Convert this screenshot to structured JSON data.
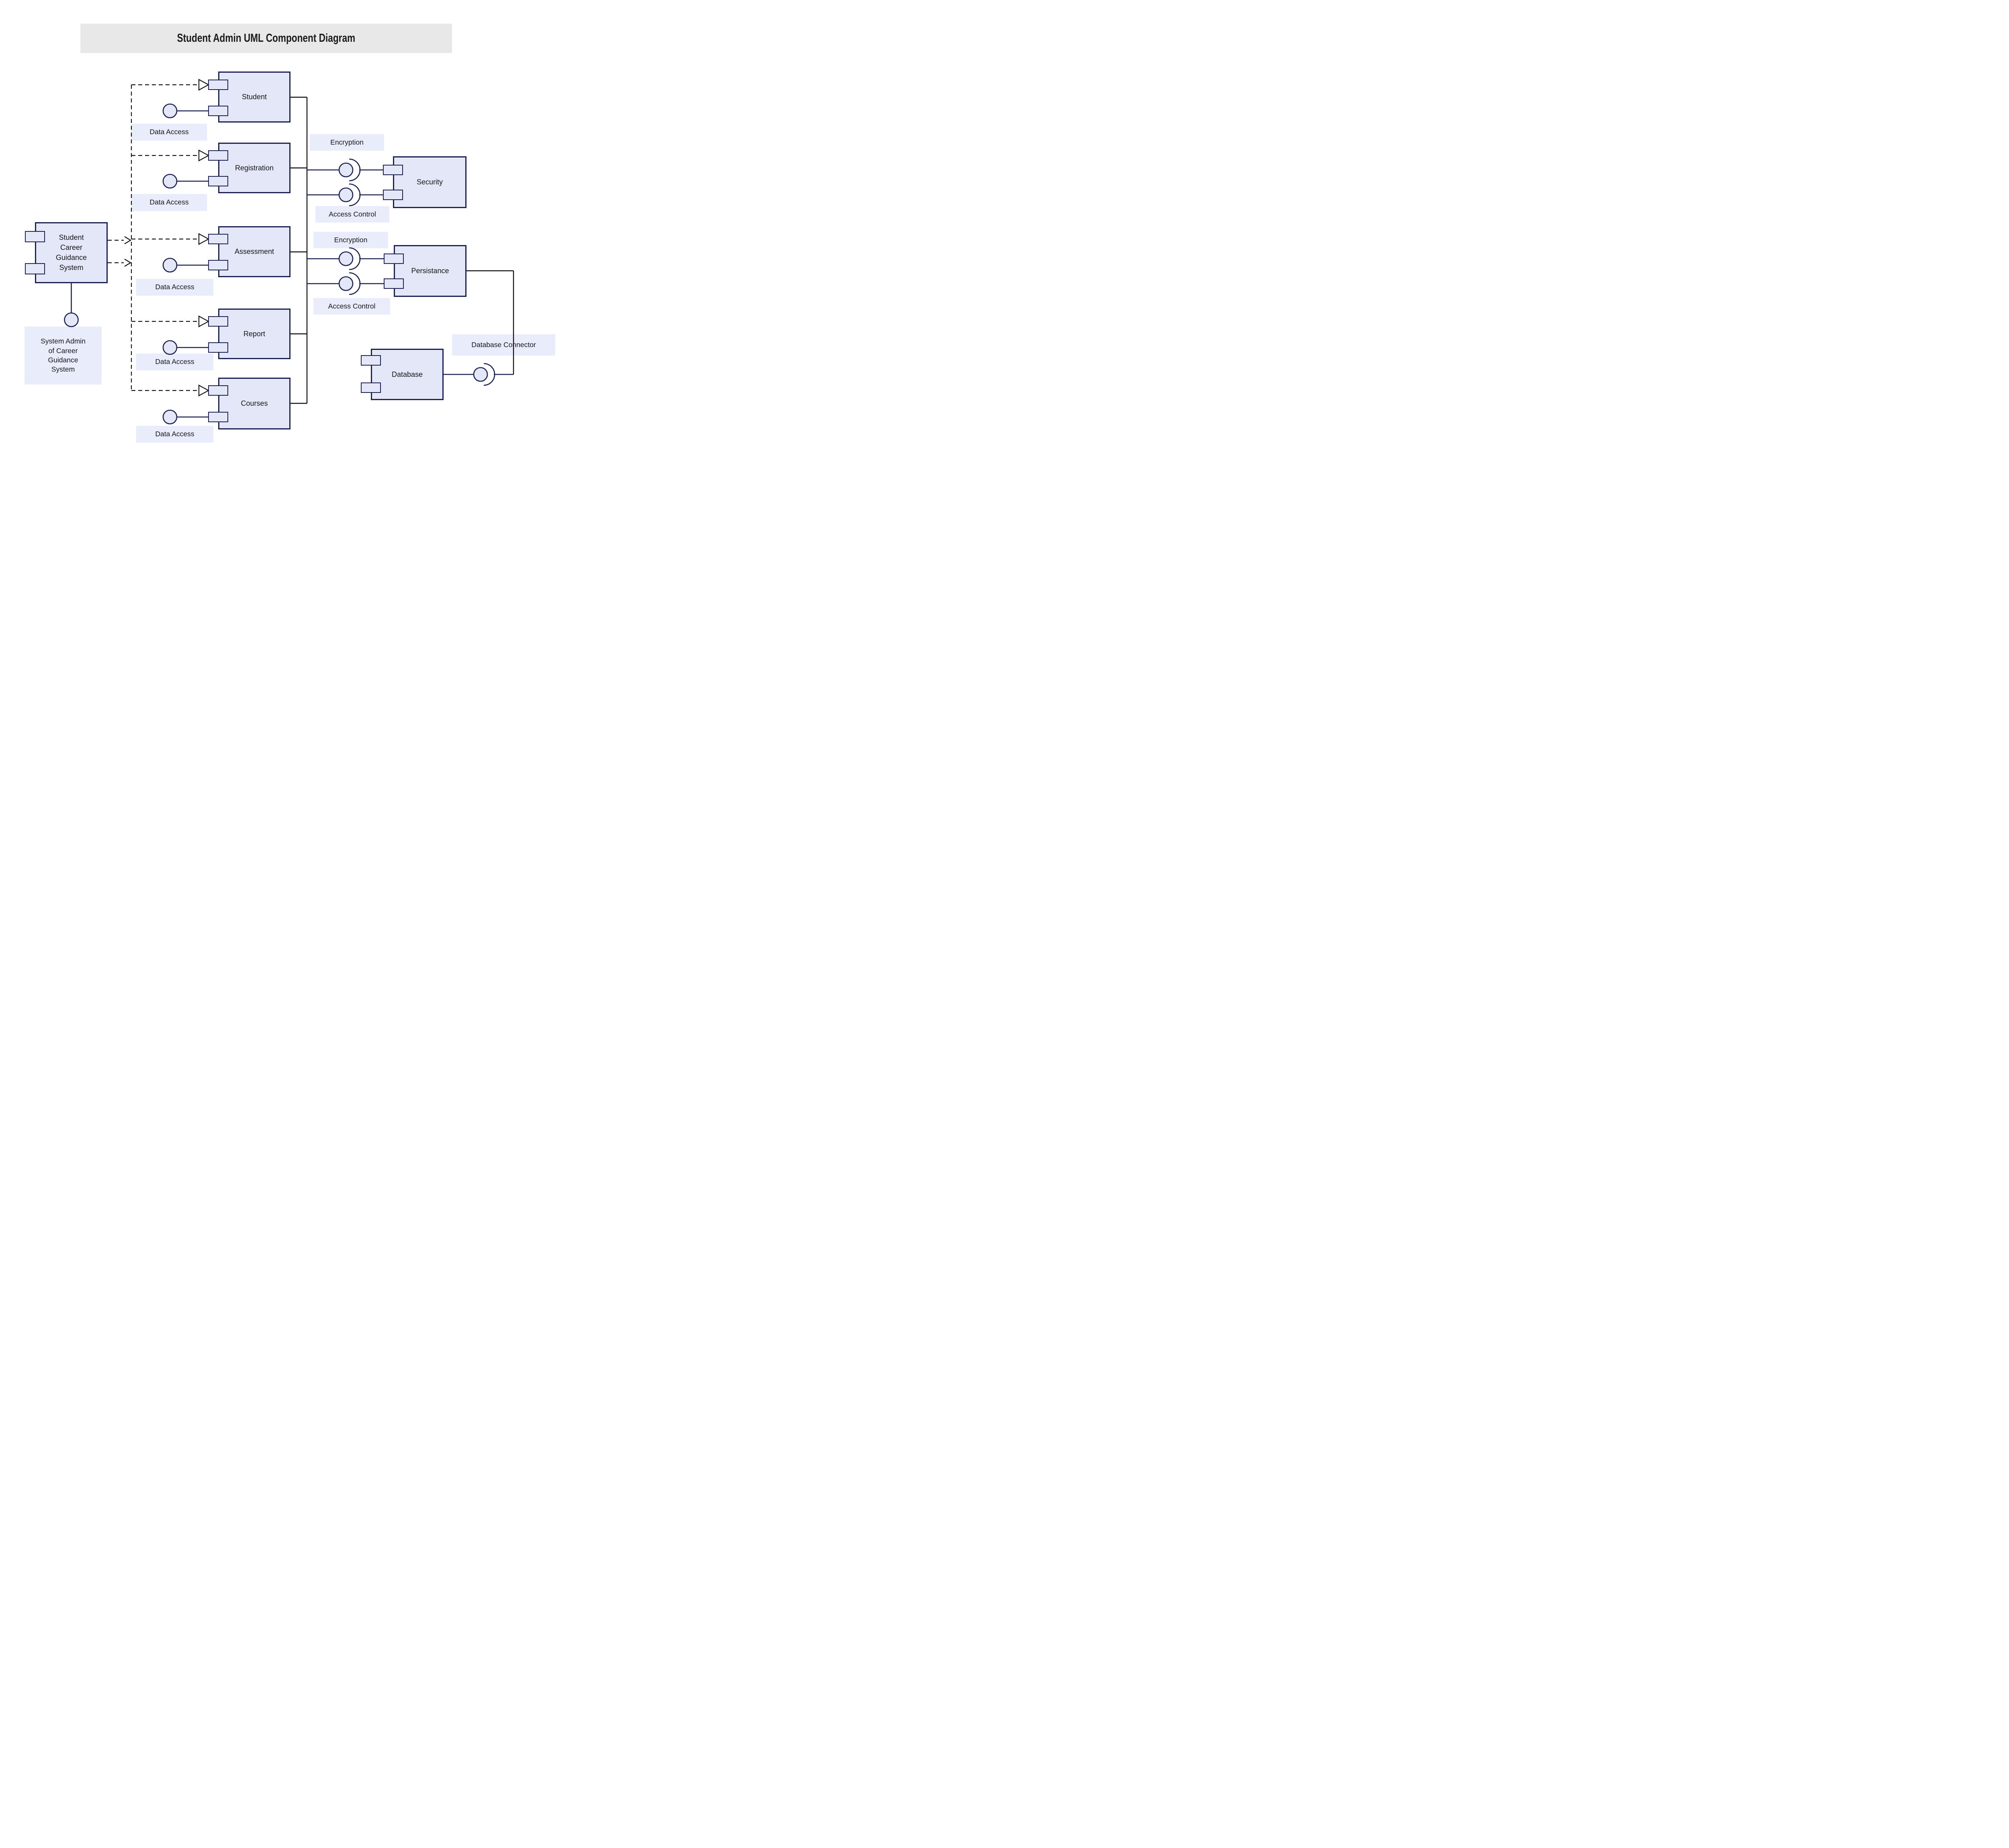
{
  "title": {
    "text": "Student Admin UML Component Diagram"
  },
  "left_component": {
    "lines": [
      "Student",
      "Career",
      "Guidance",
      "System"
    ]
  },
  "admin_interface_label": {
    "lines": [
      "System Admin",
      "of Career",
      "Guidance",
      "System"
    ]
  },
  "components": {
    "student": "Student",
    "registration": "Registration",
    "assessment": "Assessment",
    "report": "Report",
    "courses": "Courses",
    "security": "Security",
    "persistance": "Persistance",
    "database": "Database"
  },
  "interface_labels": {
    "data_access": "Data Access",
    "encryption": "Encryption",
    "access_control": "Access Control",
    "database_connector": "Database Connector"
  },
  "colors": {
    "component_fill": "#e4e7f7",
    "label_fill": "#e9ecfb",
    "border_navy": "#1b2150",
    "line_black": "#111111",
    "title_bg": "#e8e8e8"
  }
}
